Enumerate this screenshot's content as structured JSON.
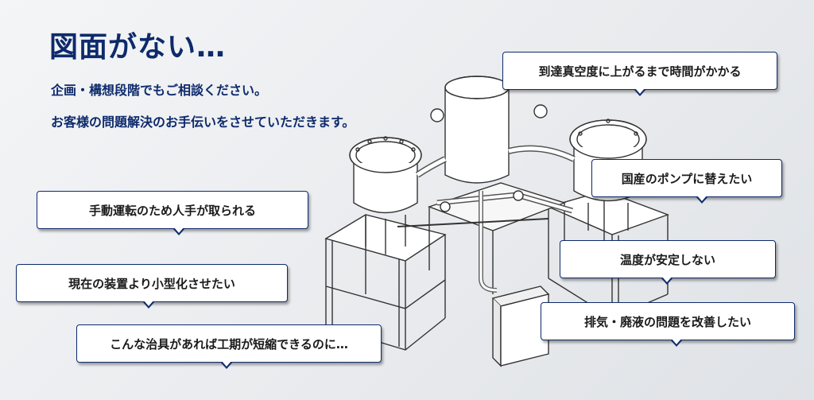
{
  "header": {
    "title": "図面がない…",
    "lead_line1": "企画・構想段階でもご相談ください。",
    "lead_line2": "お客様の問題解決のお手伝いをさせていただきます。"
  },
  "illustration": {
    "subject": "vacuum-unit-illustration"
  },
  "bubbles": {
    "vacuum_time": "到達真空度に上がるまで時間がかかる",
    "domestic_pump": "国産のポンプに替えたい",
    "manual_operation": "手動運転のため人手が取られる",
    "temperature": "温度が安定しない",
    "miniaturize": "現在の装置より小型化させたい",
    "exhaust": "排気・廃液の問題を改善したい",
    "jig": "こんな治具があれば工期が短縮できるのに…"
  },
  "colors": {
    "navy": "#0d2a6b",
    "bubble_bg": "#ffffff",
    "background": "#e9ebee"
  }
}
